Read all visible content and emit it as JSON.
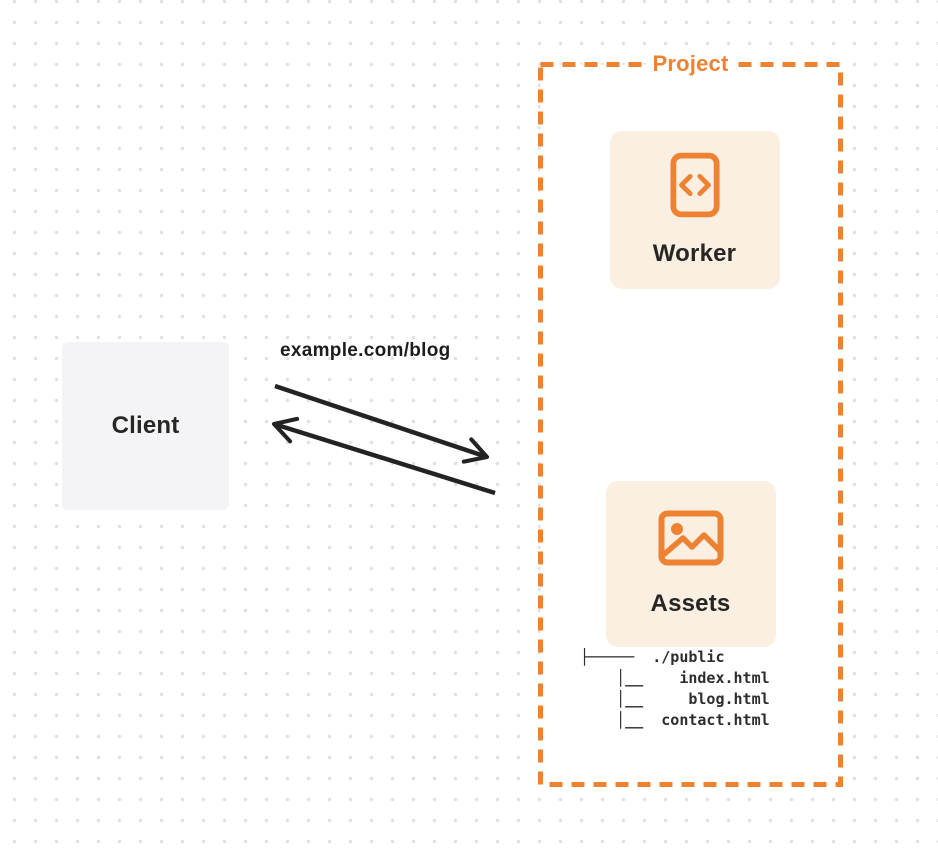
{
  "diagram": {
    "client": {
      "label": "Client"
    },
    "request": {
      "label": "example.com/blog"
    },
    "project": {
      "title": "Project",
      "worker_card": {
        "label": "Worker",
        "icon": "code-document-icon"
      },
      "assets_card": {
        "label": "Assets",
        "icon": "image-icon"
      },
      "file_tree": [
        "├─────  ./public",
        "    │__    index.html",
        "    │__     blog.html",
        "    │__  contact.html"
      ]
    },
    "colors": {
      "accent_orange": "#EE8233",
      "card_background": "#FBEFE1",
      "client_background": "#F4F4F6",
      "arrow": "#232323",
      "text_dark": "#262626",
      "dot_grid": "#E2E2E2"
    }
  }
}
